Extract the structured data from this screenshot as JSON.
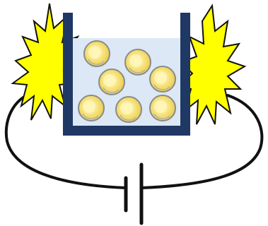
{
  "diagram": {
    "colors": {
      "background": "#ffffff",
      "wire": "#111111",
      "container_wall": "#1f3864",
      "liquid": "#dce8f5",
      "spark_fill": "#ffff00",
      "spark_outline": "#111111",
      "sphere_fill": "#f6e27a",
      "sphere_core": "#fff6b8",
      "sphere_outline": "#8a8a8a"
    },
    "components": {
      "container": "electrolysis-cell",
      "left_spark": "spark-burst",
      "right_spark": "spark-burst",
      "battery": "battery-symbol",
      "circuit": "closed-loop-wire"
    },
    "sphere_count": 7
  }
}
